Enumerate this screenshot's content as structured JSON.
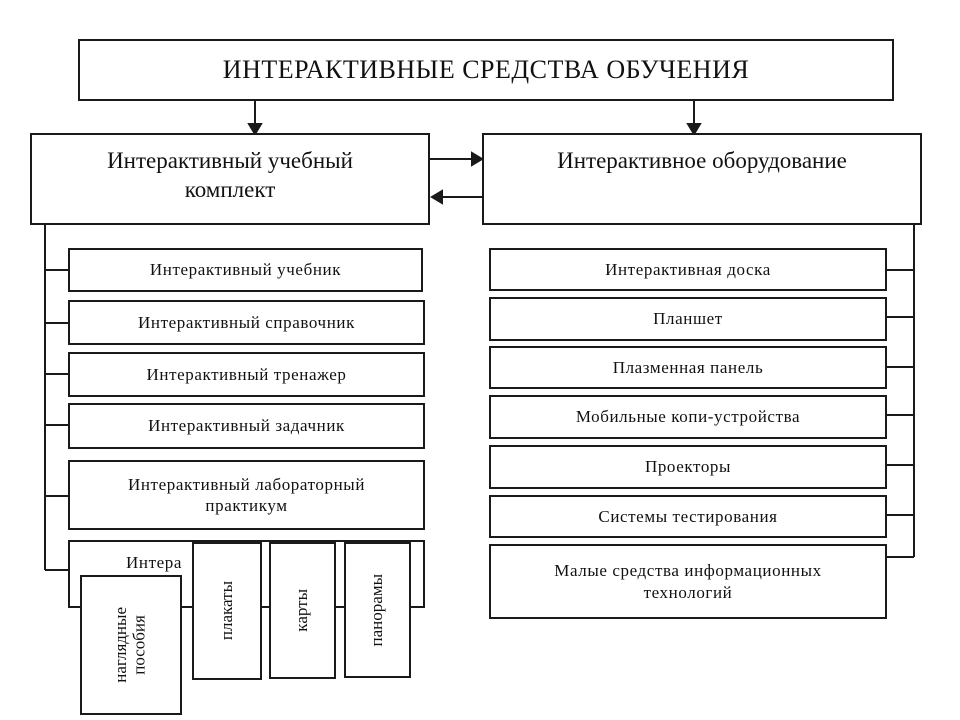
{
  "title": "ИНТЕРАКТИВНЫЕ СРЕДСТВА ОБУЧЕНИЯ",
  "left_branch": {
    "title": "Интерактивный учебный комплект",
    "items": [
      "Интерактивный учебник",
      "Интерактивный справочник",
      "Интерактивный тренажер",
      "Интерактивный задачник",
      "Интерактивный лабораторный практикум",
      "Интера"
    ]
  },
  "right_branch": {
    "title": "Интерактивное оборудование",
    "items": [
      "Интерактивная доска",
      "Планшет",
      "Плазменная панель",
      "Мобильные копи-устройства",
      "Проекторы",
      "Системы тестирования",
      "Малые средства информационных технологий"
    ]
  },
  "overlay_cards": [
    "наглядные\nпособия",
    "плакаты",
    "карты",
    "панорамы"
  ]
}
